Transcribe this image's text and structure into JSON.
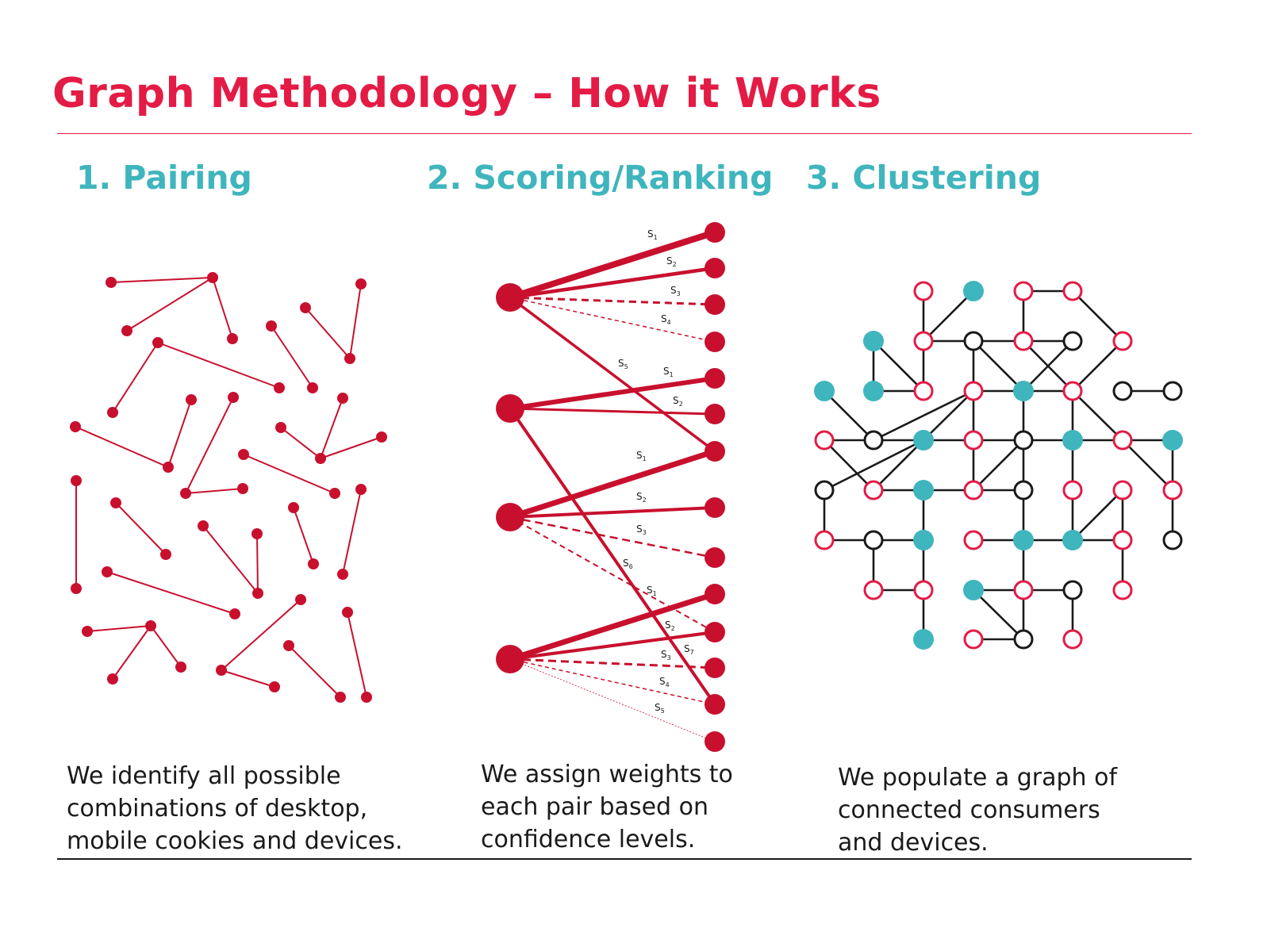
{
  "title": "Graph Methodology – How it Works",
  "colors": {
    "red": "#c8102e",
    "title_red": "#e31b45",
    "teal": "#3fb5bd",
    "dark": "#1a1a1a"
  },
  "steps": [
    {
      "title": "1. Pairing",
      "description": [
        "We identify all possible",
        "combinations of desktop,",
        "mobile cookies and devices."
      ]
    },
    {
      "title": "2. Scoring/Ranking",
      "description": [
        "We assign weights to",
        "each pair based on",
        "confidence levels."
      ]
    },
    {
      "title": "3. Clustering",
      "description": [
        "We populate a graph of",
        "connected consumers",
        "and devices."
      ]
    }
  ],
  "score_labels": [
    {
      "letter": "S",
      "sub": "1"
    },
    {
      "letter": "S",
      "sub": "2"
    },
    {
      "letter": "S",
      "sub": "3"
    },
    {
      "letter": "S",
      "sub": "4"
    },
    {
      "letter": "S",
      "sub": "5"
    },
    {
      "letter": "S",
      "sub": "1"
    },
    {
      "letter": "S",
      "sub": "2"
    },
    {
      "letter": "S",
      "sub": "1"
    },
    {
      "letter": "S",
      "sub": "2"
    },
    {
      "letter": "S",
      "sub": "3"
    },
    {
      "letter": "S",
      "sub": "6"
    },
    {
      "letter": "S",
      "sub": "1"
    },
    {
      "letter": "S",
      "sub": "2"
    },
    {
      "letter": "S",
      "sub": "3"
    },
    {
      "letter": "S",
      "sub": "7"
    },
    {
      "letter": "S",
      "sub": "4"
    },
    {
      "letter": "S",
      "sub": "5"
    }
  ]
}
